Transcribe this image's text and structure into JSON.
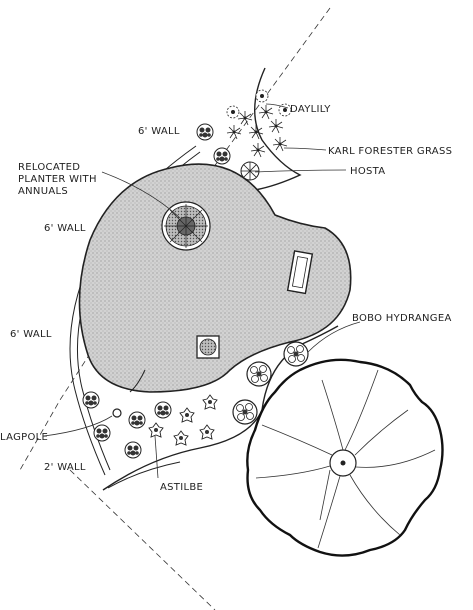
{
  "labels": {
    "daylily": "DAYLILY",
    "karl_forester": "KARL FORESTER GRASS",
    "hosta": "HOSTA",
    "wall_top": "6' WALL",
    "planter_line1": "RELOCATED",
    "planter_line2": "PLANTER WITH",
    "planter_line3": "ANNUALS",
    "wall_mid": "6' WALL",
    "bobo_hydrangea": "BOBO HYDRANGEA",
    "wall_low": "6' WALL",
    "flagpole": "LAGPOLE",
    "wall_2ft": "2' WALL",
    "astilbe": "ASTILBE"
  },
  "colors": {
    "ink": "#222222",
    "patio_fill": "#c9c9c9",
    "paper": "#ffffff"
  },
  "icons": [
    "daylily-icon",
    "grass-icon",
    "hosta-icon",
    "shrub-icon",
    "hydrangea-icon",
    "astilbe-icon",
    "tree-canopy-icon",
    "planter-icon",
    "flagpole-icon"
  ]
}
